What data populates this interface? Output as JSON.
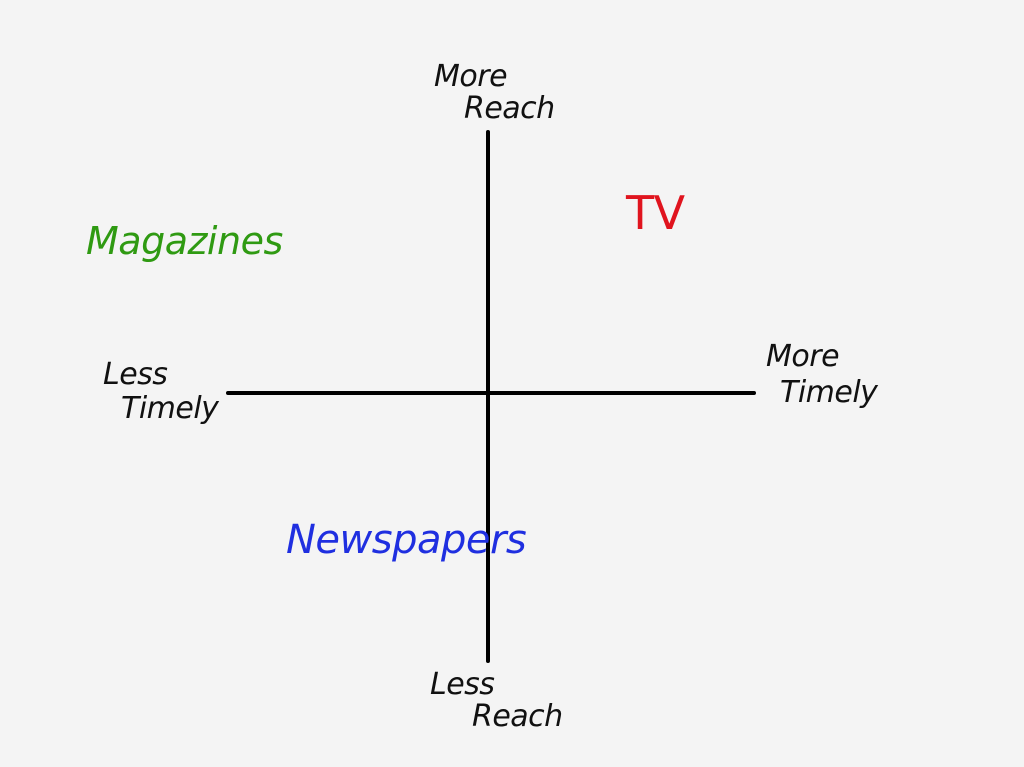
{
  "axes": {
    "vertical": {
      "top_label": [
        "More",
        "Reach"
      ],
      "bottom_label": [
        "Less",
        "Reach"
      ]
    },
    "horizontal": {
      "left_label": [
        "Less",
        "Timely"
      ],
      "right_label": [
        "More",
        "Timely"
      ]
    }
  },
  "items": [
    {
      "label": "TV",
      "color": "#e0141e"
    },
    {
      "label": "Magazines",
      "color": "#2f9a12"
    },
    {
      "label": "Newspapers",
      "color": "#1f2fe0"
    }
  ]
}
